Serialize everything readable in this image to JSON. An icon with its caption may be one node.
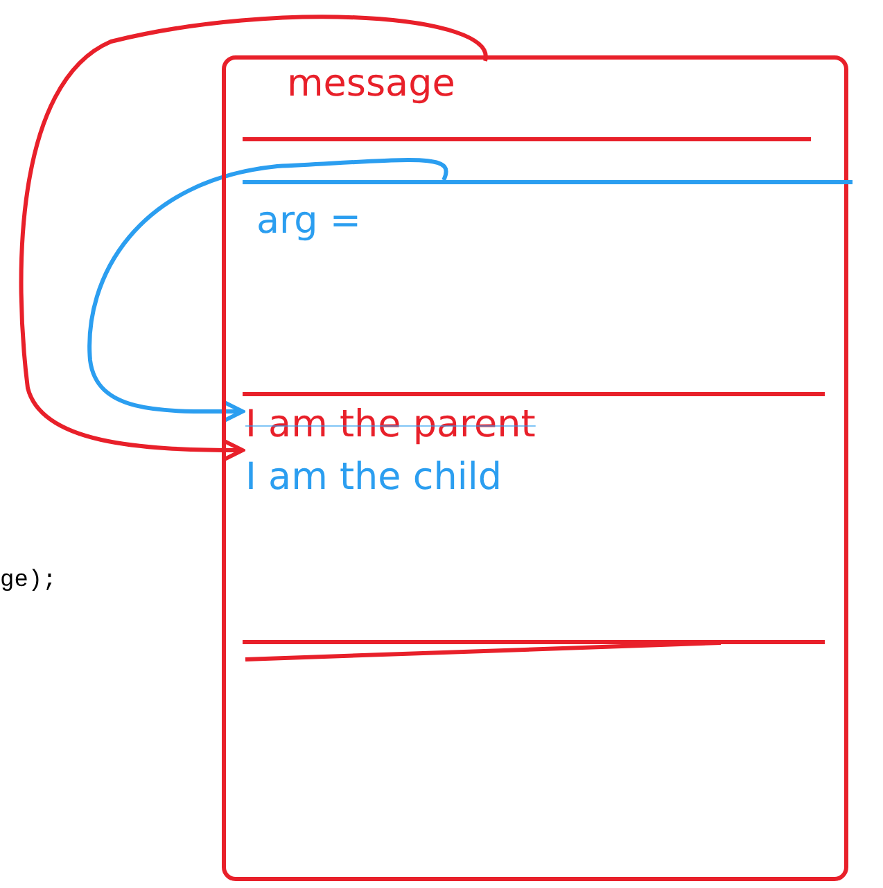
{
  "diagram": {
    "nodes": [
      {
        "text": [],
        "shape": "box"
      },
      {
        "text": [
          "message"
        ],
        "in": 0
      },
      {
        "text": [
          "arg ="
        ],
        "in": 0
      },
      {
        "text": [
          "I am the parent",
          "I am the child"
        ],
        "in": 0
      }
    ],
    "edges": [
      {
        "from": 1,
        "to": 3,
        "arrow": "to",
        "color": "#e8202a"
      },
      {
        "from": 2,
        "to": 3,
        "arrow": "to",
        "color": "#2b9ef0"
      }
    ],
    "labels": [
      "ge);"
    ]
  }
}
